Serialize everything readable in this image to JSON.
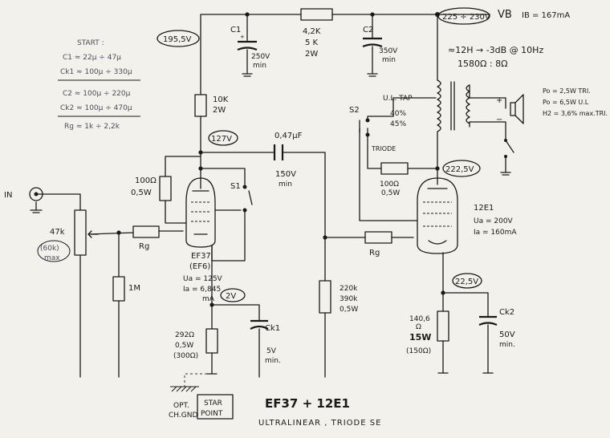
{
  "title": "EF37 + 12E1",
  "subtitle": "ULTRALINEAR , TRIODE SE",
  "start_notes": {
    "heading": "START :",
    "c1": "C1 ≈ 22μ ÷ 47μ",
    "ck1": "Ck1 ≈ 100μ ÷ 330μ",
    "c2": "C2 ≈ 100μ ÷ 220μ",
    "ck2": "Ck2 ≈ 100μ ÷ 470μ",
    "rg": "Rg ≈ 1k ÷ 2,2k"
  },
  "supply": {
    "vb_label": "VB",
    "ib_label": "IB = 167mA",
    "vb_voltage": "225 ÷ 230V",
    "node_195": "195,5V",
    "r_value1": "4,2K",
    "r_value2": "5 K",
    "r_power": "2W",
    "c1_name": "C1",
    "c1_volt": "250V",
    "c1_min": "min",
    "c2_name": "C2",
    "c2_volt": "350V",
    "c2_min": "min"
  },
  "transformer": {
    "spec1": "≈12H → -3dB @ 10Hz",
    "spec2": "1580Ω : 8Ω",
    "ul_tap": "U.L. TAP",
    "tap1": "40%",
    "tap2": "45%",
    "plus": "+",
    "minus": "−"
  },
  "output_specs": {
    "p_tri": "Po = 2,5W TRI.",
    "p_ul": "Po = 6,5W U.L",
    "h2": "H2 = 3,6% max.TRI."
  },
  "stage1": {
    "anode_res1": "10K",
    "anode_res2": "2W",
    "node_127": "127V",
    "coupling_cap": "0,47μF",
    "coupling_volt": "150V",
    "coupling_min": "min",
    "g2_res1": "100Ω",
    "g2_res2": "0,5W",
    "switch_s1": "S1",
    "tube1": "EF37",
    "tube2": "(EF6)",
    "ua": "Ua = 125V",
    "ia1": "Ia = 6,845",
    "ia2": "mA",
    "node_2v": "2V",
    "rk1": "292Ω",
    "rk2": "0,5W",
    "rk3": "(300Ω)",
    "ck1_name": "Ck1",
    "ck1_volt": "5V",
    "ck1_min": "min.",
    "rg_label": "Rg",
    "pot1": "47k",
    "pot2": "(60k)",
    "pot3": "max",
    "r1m": "1M",
    "input": "IN",
    "opt1": "OPT.",
    "opt2": "CH.GND",
    "star1": "STAR",
    "star2": "POINT"
  },
  "stage2": {
    "switch_s2": "S2",
    "triode": "TRIODE",
    "g2_res1": "100Ω",
    "g2_res2": "0,5W",
    "node_2225": "222,5V",
    "tube": "12E1",
    "ua": "Ua = 200V",
    "ia": "Ia = 160mA",
    "rg_label": "Rg",
    "grid_res1": "220k",
    "grid_res2": "390k",
    "grid_res3": "0,5W",
    "node_225": "22,5V",
    "rk1": "140,6",
    "rk2": "Ω",
    "rk3": "15W",
    "rk4": "(150Ω)",
    "ck2_name": "Ck2",
    "ck2_volt": "50V",
    "ck2_min": "min."
  }
}
